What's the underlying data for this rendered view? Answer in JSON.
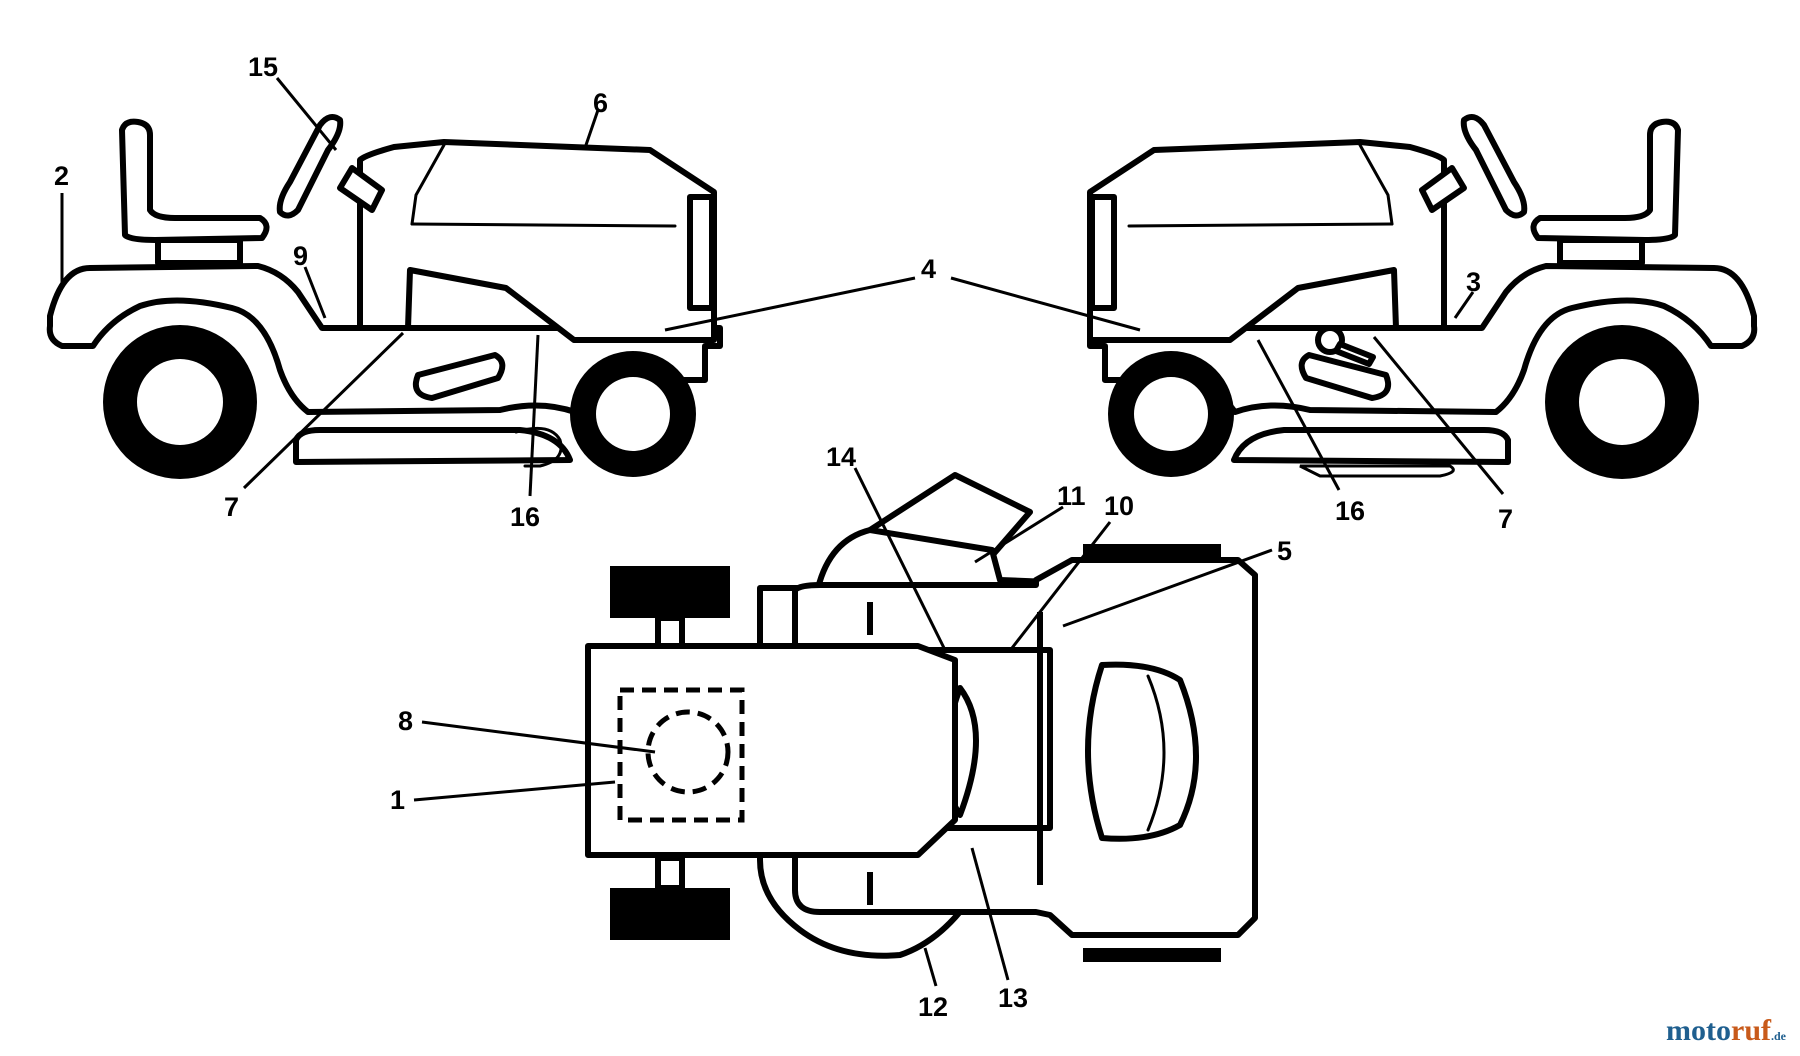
{
  "diagram": {
    "callouts": [
      "1",
      "2",
      "3",
      "4",
      "5",
      "6",
      "7",
      "7",
      "8",
      "9",
      "10",
      "11",
      "12",
      "13",
      "14",
      "15",
      "16",
      "16"
    ]
  },
  "watermark": {
    "part1": "moto",
    "part2": "ruf",
    "tld": ".de"
  }
}
